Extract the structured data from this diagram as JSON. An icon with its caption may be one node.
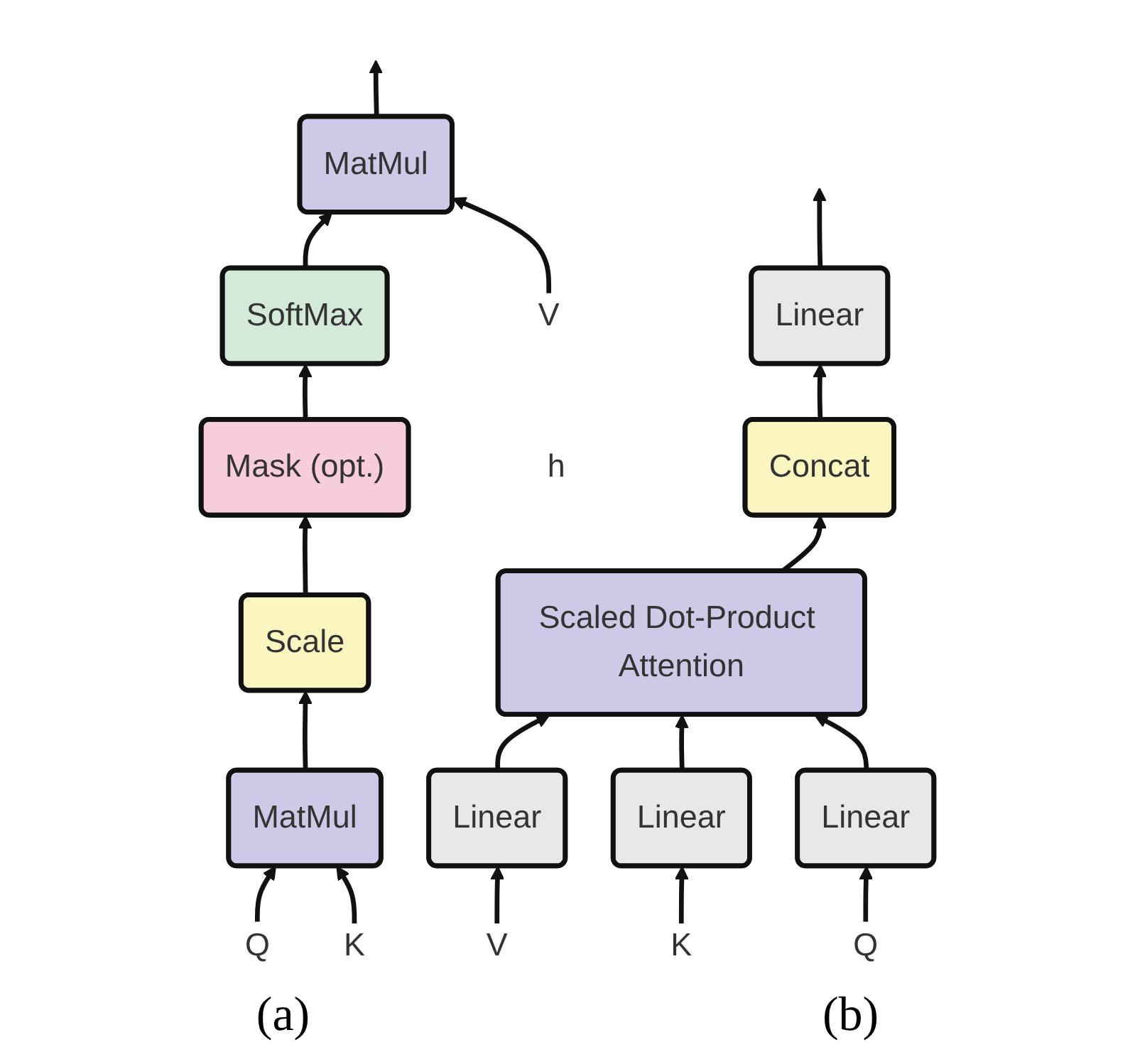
{
  "diagram": {
    "nodes": [
      {
        "text": [
          "Q"
        ]
      },
      {
        "text": [
          "K"
        ]
      },
      {
        "text": [
          "V"
        ]
      },
      {
        "text": [
          "MatMul"
        ]
      },
      {
        "text": [
          "Scale"
        ]
      },
      {
        "text": [
          "Mask (opt.)"
        ]
      },
      {
        "text": [
          "SoftMax"
        ]
      },
      {
        "text": [
          "MatMul"
        ]
      },
      {
        "text": [
          "V"
        ]
      },
      {
        "text": [
          "K"
        ]
      },
      {
        "text": [
          "Q"
        ]
      },
      {
        "text": [
          "Linear"
        ]
      },
      {
        "text": [
          "Linear"
        ]
      },
      {
        "text": [
          "Linear"
        ]
      },
      {
        "text": [
          "Scaled Dot-Product Attention"
        ],
        "beside": [
          "h"
        ]
      },
      {
        "text": [
          "Concat"
        ]
      },
      {
        "text": [
          "Linear"
        ]
      }
    ],
    "edges": [
      {
        "from": 0,
        "to": 3,
        "arrow": "to"
      },
      {
        "from": 1,
        "to": 3,
        "arrow": "to"
      },
      {
        "from": 3,
        "to": 4,
        "arrow": "to"
      },
      {
        "from": 4,
        "to": 5,
        "arrow": "to"
      },
      {
        "from": 5,
        "to": 6,
        "arrow": "to"
      },
      {
        "from": 6,
        "to": 7,
        "arrow": "to"
      },
      {
        "from": 2,
        "to": 7,
        "arrow": "to"
      },
      {
        "from": 7,
        "to": null,
        "arrow": "to"
      },
      {
        "from": 8,
        "to": 11,
        "arrow": "to"
      },
      {
        "from": 9,
        "to": 12,
        "arrow": "to"
      },
      {
        "from": 10,
        "to": 13,
        "arrow": "to"
      },
      {
        "from": 11,
        "to": 14,
        "arrow": "to"
      },
      {
        "from": 12,
        "to": 14,
        "arrow": "to"
      },
      {
        "from": 13,
        "to": 14,
        "arrow": "to"
      },
      {
        "from": 14,
        "to": 15,
        "arrow": "to"
      },
      {
        "from": 15,
        "to": 16,
        "arrow": "to"
      },
      {
        "from": 16,
        "to": null,
        "arrow": "to"
      }
    ],
    "labels": [
      "(a)",
      "(b)"
    ]
  }
}
